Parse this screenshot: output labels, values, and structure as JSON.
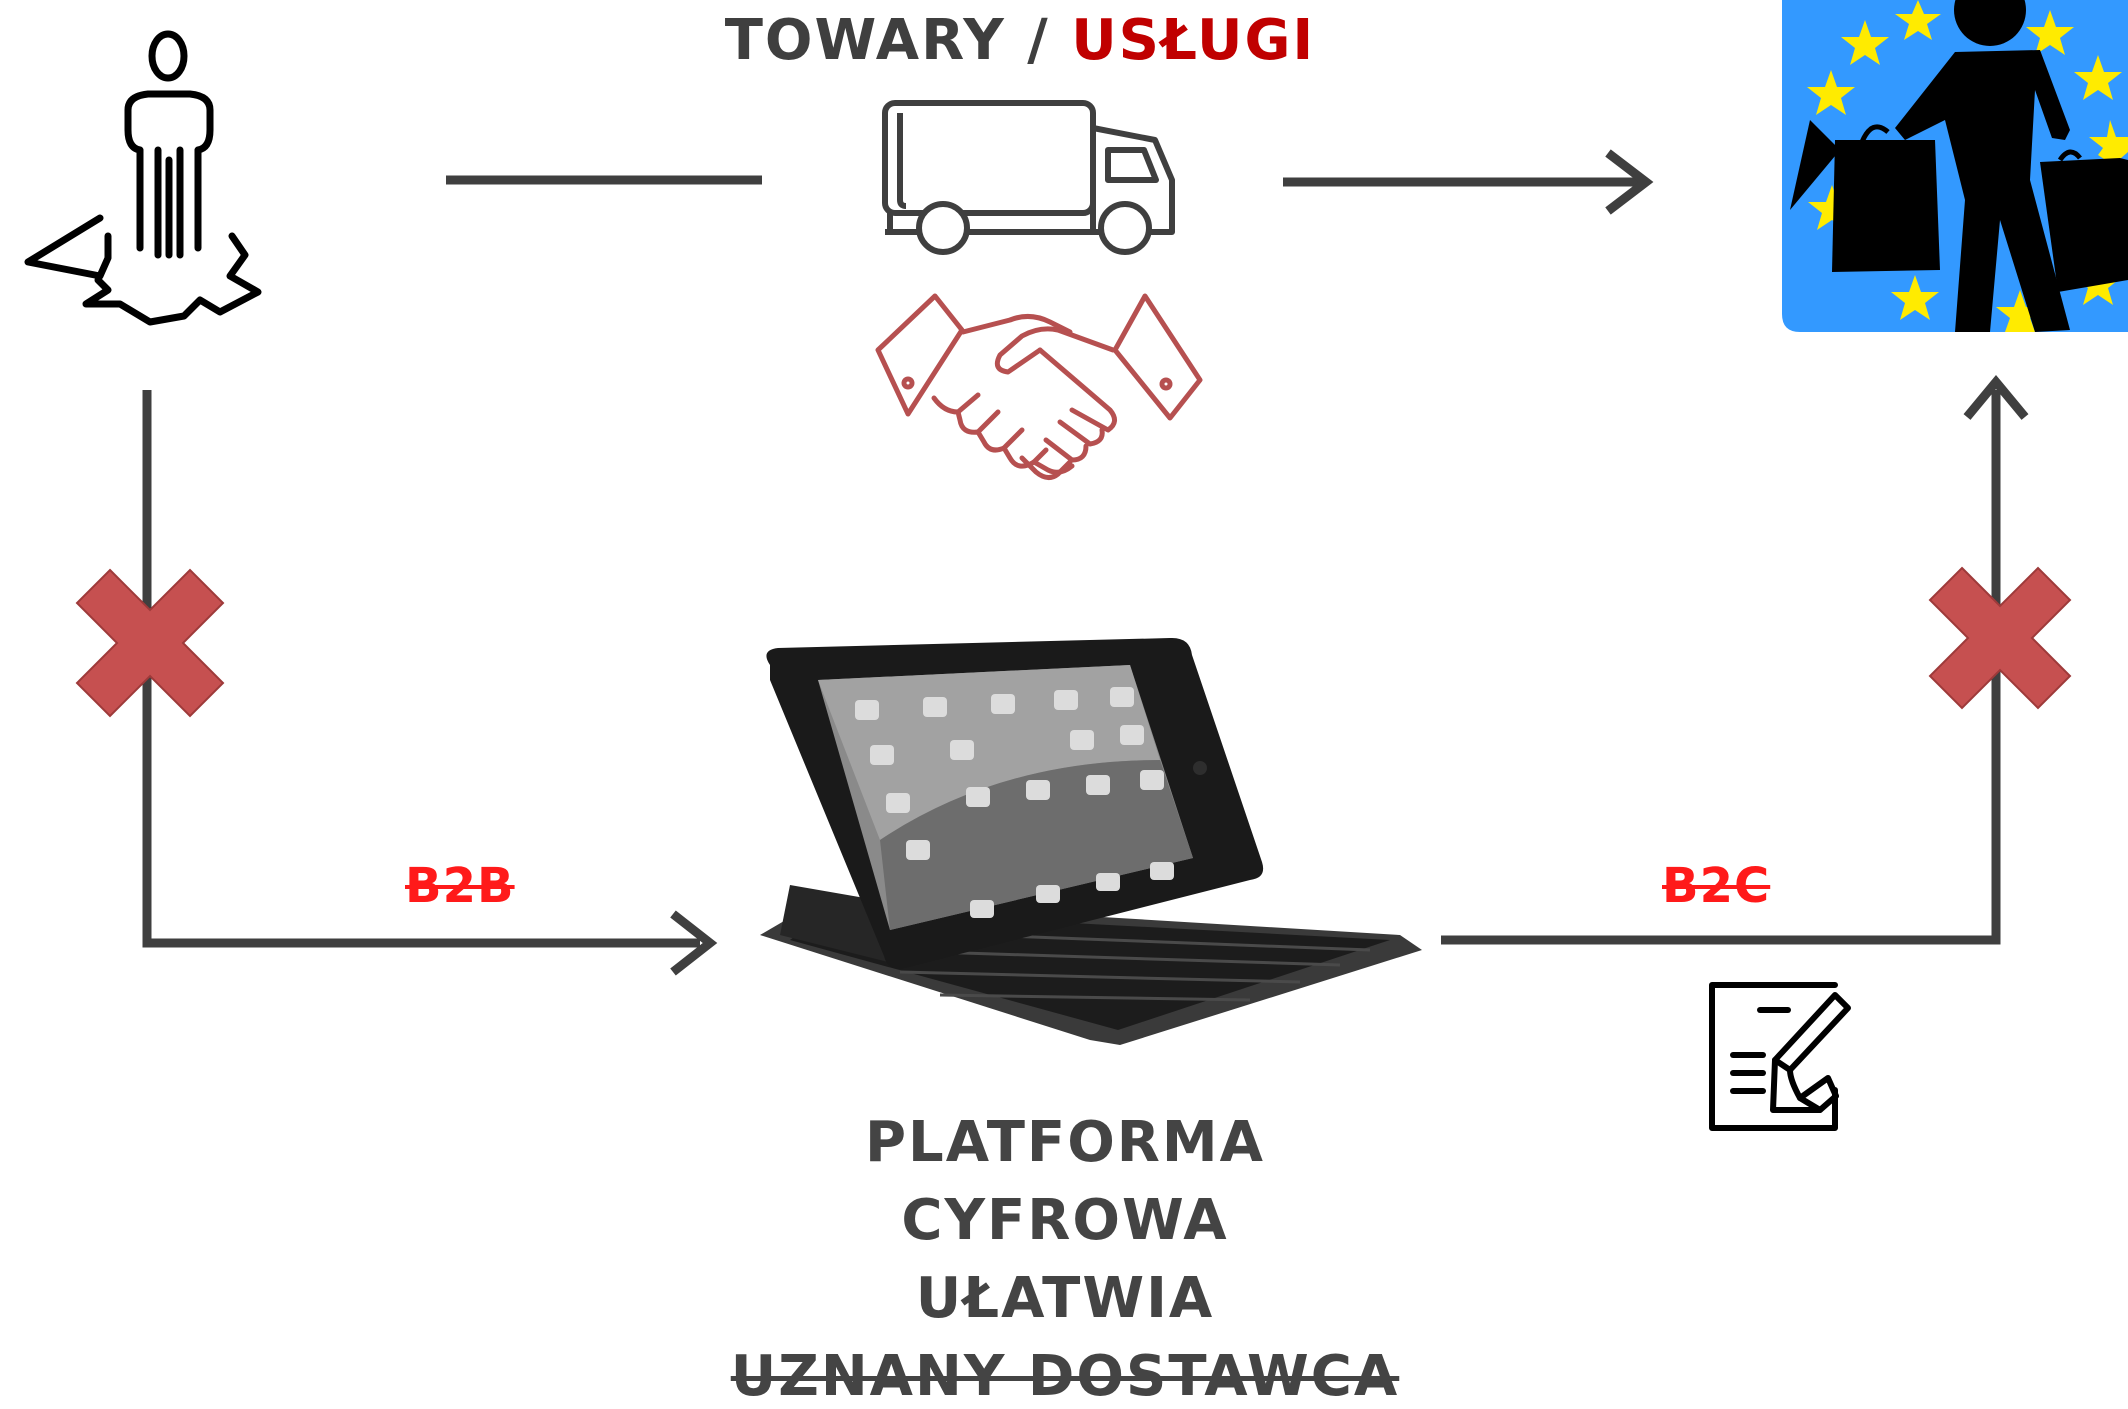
{
  "header": {
    "goods": "TOWARY",
    "separator": "/",
    "services": "USŁUGI"
  },
  "flows": {
    "b2b_label": "B2B",
    "b2c_label": "B2C"
  },
  "platform_caption": {
    "line1": "PLATFORMA",
    "line2": "CYFROWA",
    "line3": "UŁATWIA",
    "line4": "UZNANY DOSTAWCA"
  },
  "colors": {
    "arrow": "#3f3f3f",
    "cross": "#c65050",
    "handshake": "#b65050",
    "services_text": "#c00000",
    "facilitates_text": "#00a651",
    "strikethrough_text": "#ff1a1a",
    "eu_blue": "#3399ff",
    "eu_star": "#ffeb00"
  },
  "icons": {
    "seller": "person-on-map-icon",
    "delivery": "truck-icon",
    "agreement": "handshake-icon",
    "consumer": "eu-shopper-icon",
    "platform": "tablet-keyboard-icon",
    "invoice": "signed-document-icon",
    "blocked": "cross-icon"
  }
}
